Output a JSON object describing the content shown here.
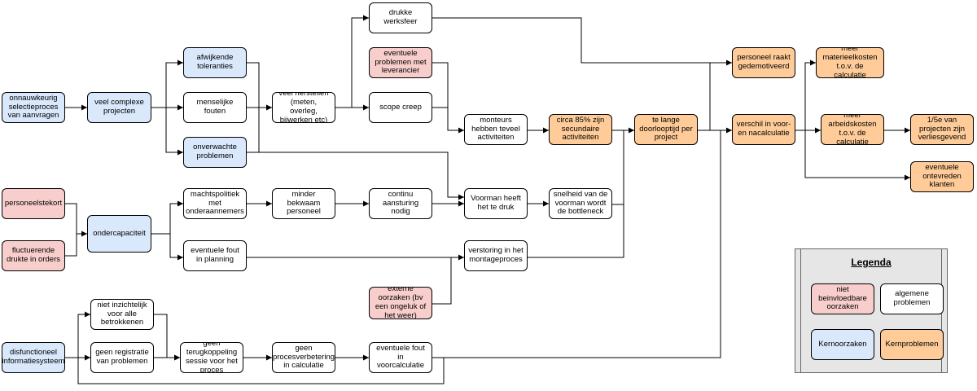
{
  "nodes": {
    "onnauwkeurig": "onnauwkeurig selectieproces van aanvragen",
    "complex": "veel complexe projecten",
    "afwijkend": "afwijkende toleranties",
    "menselijk": "menselijke fouten",
    "onverwacht": "onverwachte problemen",
    "herstellen": "veel herstellen (meten, overleg, bijwerken etc)",
    "drukke": "drukke werksfeer",
    "leverancier": "eventuele problemen met leverancier",
    "scope": "scope creep",
    "monteurs": "monteurs hebben teveel activiteiten",
    "secundair": "circa 85% zijn secundaire activiteiten",
    "doorlooptijd": "te lange doorlooptijd per project",
    "gedemotiveerd": "personeel raakt gedemotiveerd",
    "verschil": "verschil in voor- en nacalculatie",
    "materieel": "meer materieelkosten t.o.v. de calculatie",
    "arbeid": "meer arbeidskosten t.o.v. de calculatie",
    "verliesgevend": "1/5e van projecten zijn verliesgevend",
    "ontevreden": "eventuele ontevreden klanten",
    "tekort": "personeelstekort",
    "fluctuerend": "fluctuerende drukte in orders",
    "ondercapaciteit": "ondercapaciteit",
    "machtspolitiek": "machtspolitiek met onderaannemers",
    "bekwaam": "minder bekwaam personeel",
    "aansturing": "continu aansturing nodig",
    "voorman": "Voorman heeft het te druk",
    "snelheid": "snelheid van de voorman wordt de bottleneck",
    "planningfout": "eventuele fout in planning",
    "verstoring": "verstoring in het montageproces",
    "extern": "externe oorzaken (bv een ongeluk of het weer)",
    "disfunctioneel": "disfunctioneel informatiesysteem",
    "inzichtelijk": "niet inzichtelijk voor alle betrokkenen",
    "registratie": "geen registratie van problemen",
    "terugkoppeling": "geen terugkoppeling sessie voor het proces",
    "procesverbetering": "geen procesverbetering in calculatie",
    "voorcalculatie": "eventuele fout in voorcalculatie"
  },
  "legend": {
    "title": "Legenda",
    "items": {
      "niet_beinvloedbaar": "niet beinvloedbare oorzaken",
      "algemeen": "algemene problemen",
      "kernoorzaken": "Kernoorzaken",
      "kernproblemen": "Kernproblemen"
    }
  },
  "colors": {
    "kernoorzaken": "#dae8fc",
    "niet_beinvloedbaar": "#f8cecc",
    "kernproblemen": "#ffcc99",
    "algemeen": "#ffffff",
    "line": "#000000"
  }
}
